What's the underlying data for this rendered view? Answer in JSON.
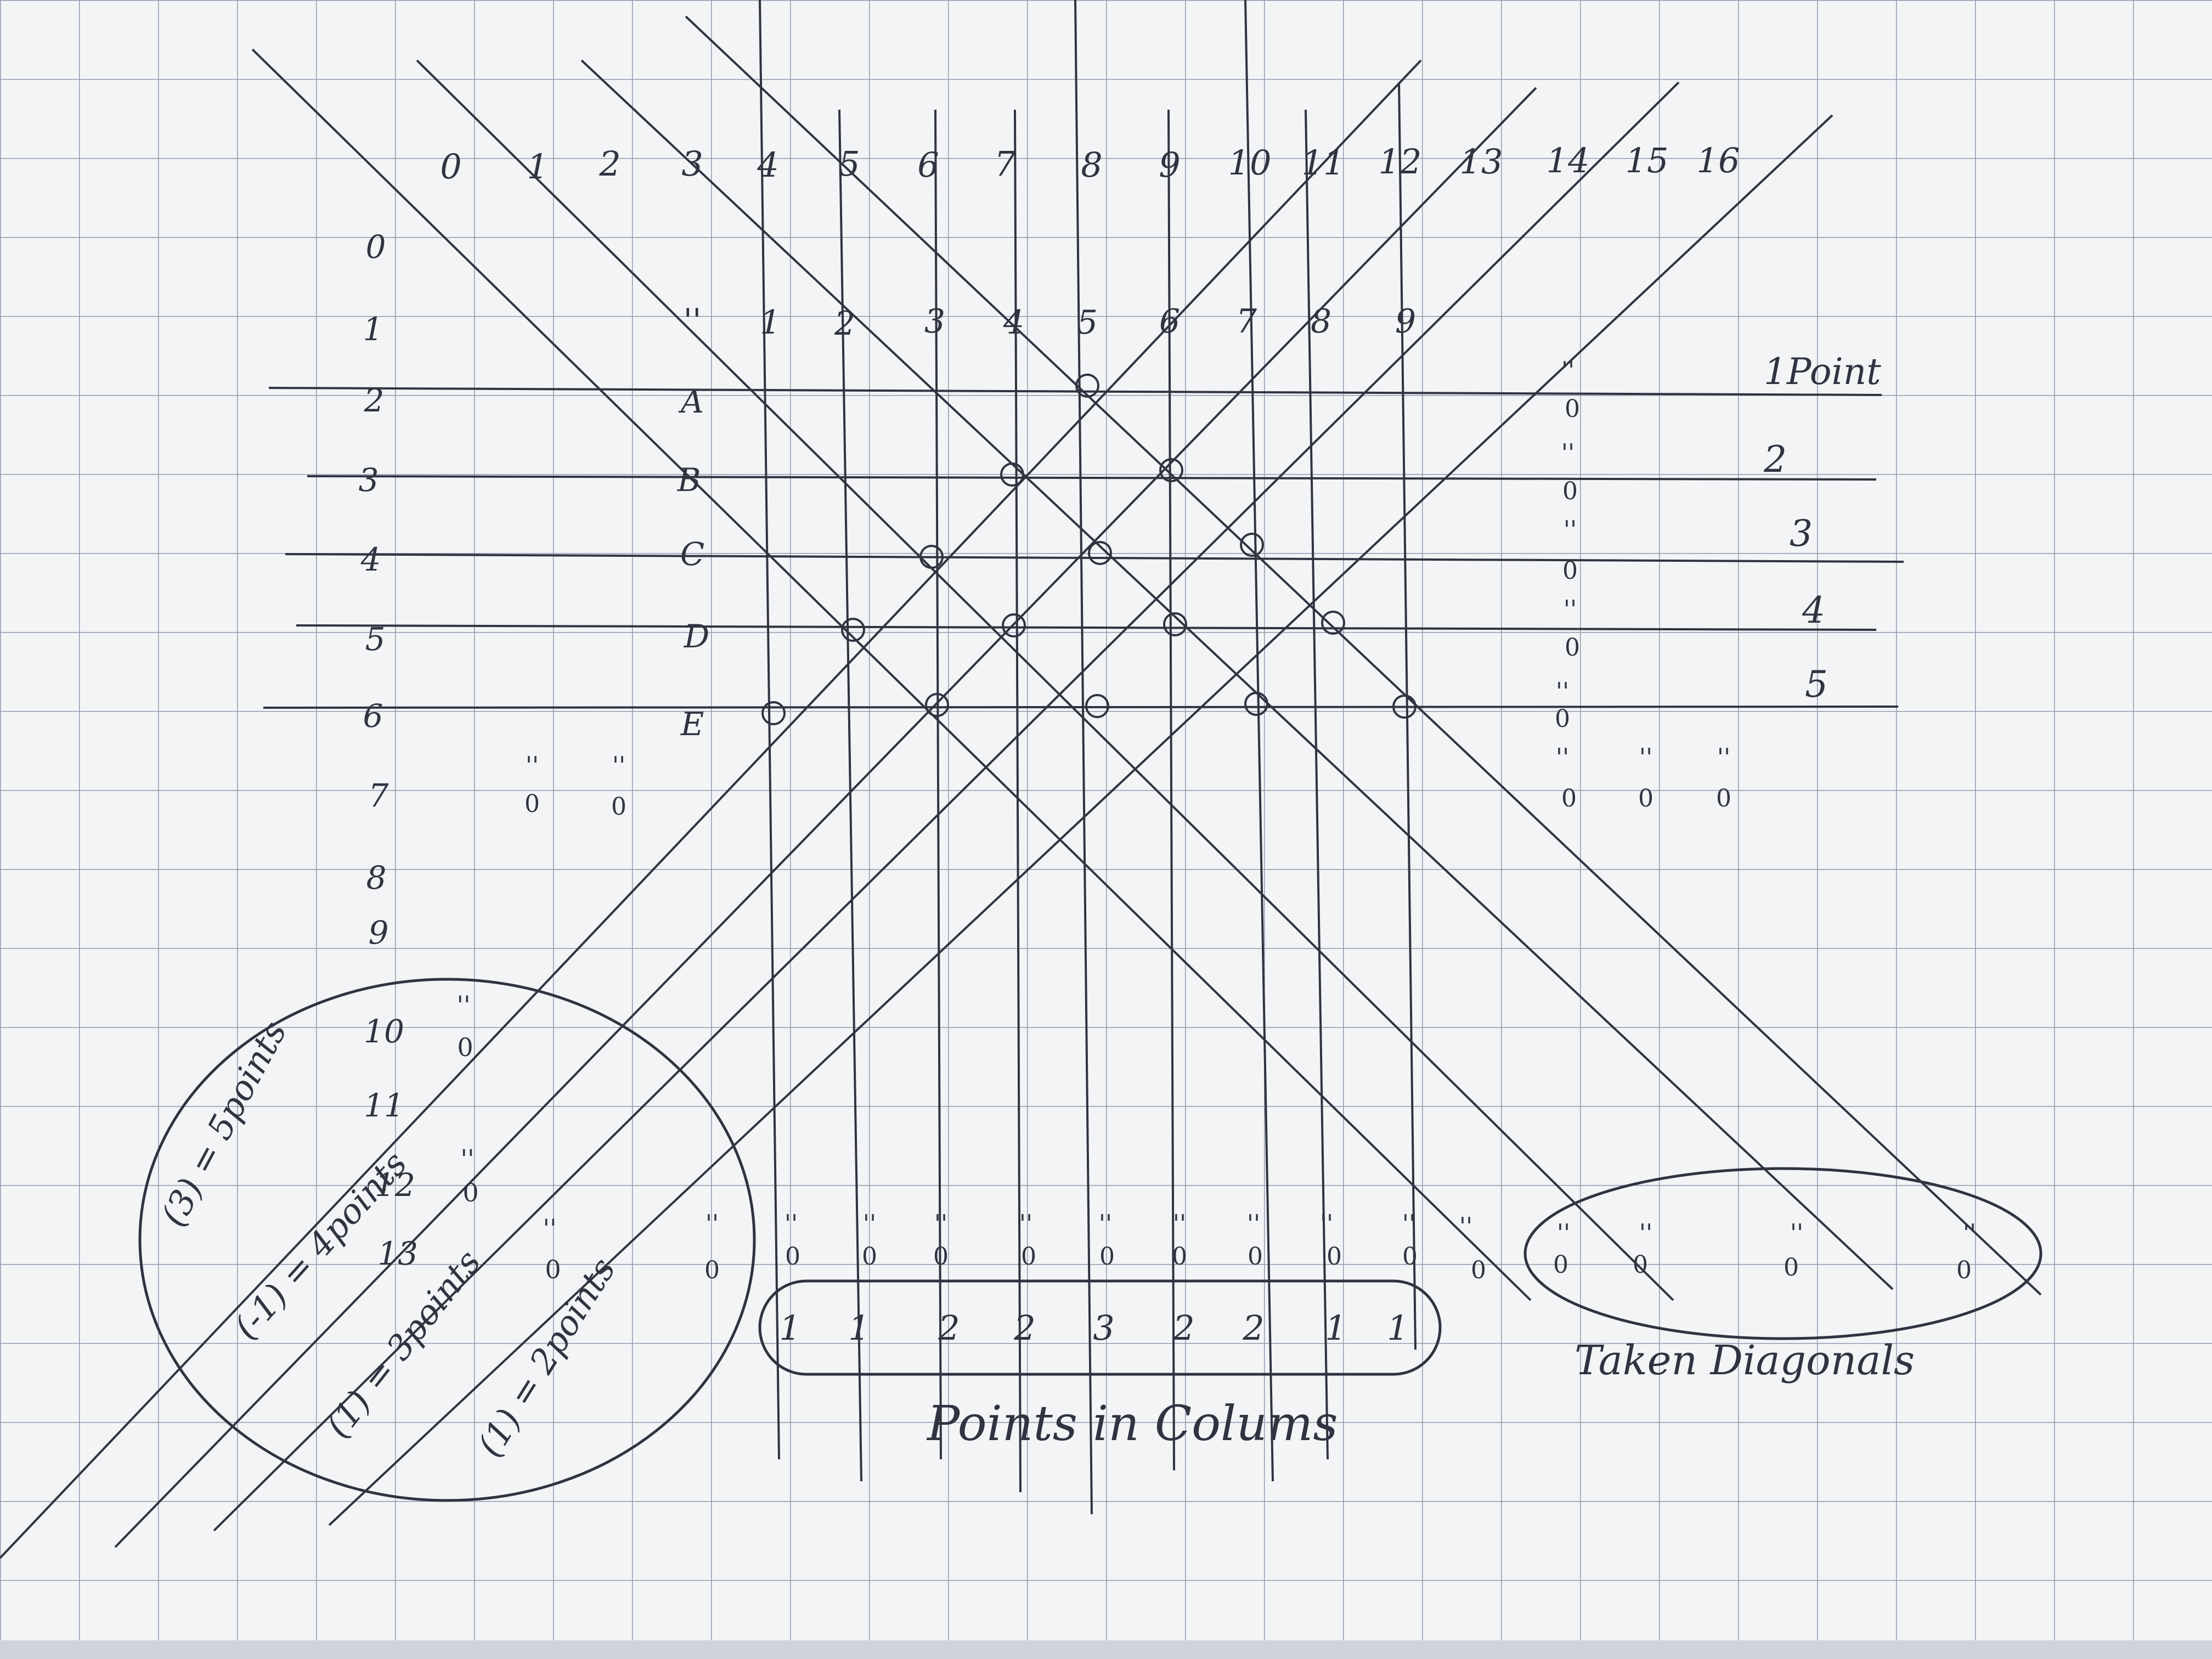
{
  "column_numbers": [
    "0",
    "1",
    "2",
    "3",
    "4",
    "5",
    "6",
    "7",
    "8",
    "9",
    "10",
    "11",
    "12",
    "13",
    "14",
    "15",
    "16"
  ],
  "row_numbers": [
    "0",
    "1",
    "2",
    "3",
    "4",
    "5",
    "6",
    "7",
    "8",
    "9",
    "10",
    "11",
    "12",
    "13"
  ],
  "inner_columns": [
    "1",
    "2",
    "3",
    "4",
    "5",
    "6",
    "7",
    "8",
    "9"
  ],
  "inner_columns_first_mark": "''",
  "row_letters": [
    "A",
    "B",
    "C",
    "D",
    "E"
  ],
  "row_points": [
    "1Point",
    "2",
    "3",
    "4",
    "5"
  ],
  "points_in_columns": [
    "1",
    "1",
    "2",
    "2",
    "3",
    "2",
    "2",
    "1",
    "1"
  ],
  "labels": {
    "points_in_columns": "Points in Colums",
    "taken_diagonals": "Taken Diagonals"
  },
  "diagonal_notes": [
    "(3) = 5points",
    "(-1) = 4points",
    "(1) = 3points",
    "(1) = 2points"
  ],
  "ditto_mark": "''",
  "zero_mark": "0",
  "colors": {
    "paper": "#f3f4f6",
    "grid": "#7f8aa3",
    "ink": "#2f3440"
  }
}
